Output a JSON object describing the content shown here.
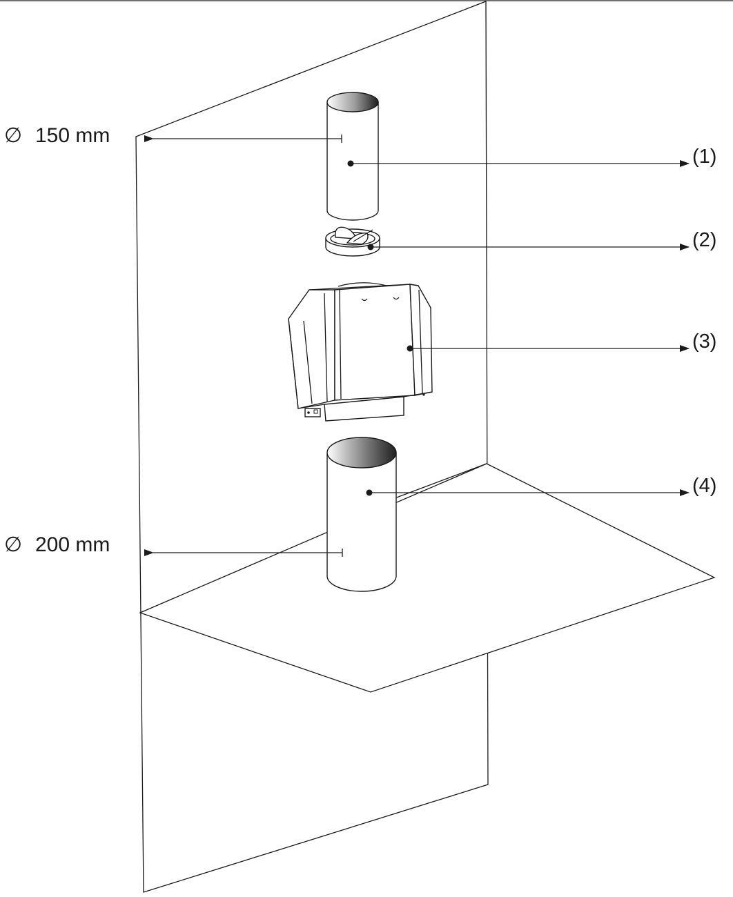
{
  "diagram": {
    "dimensions": [
      {
        "id": "upper",
        "symbol": "∅",
        "text": "150 mm"
      },
      {
        "id": "lower",
        "symbol": "∅",
        "text": "200 mm"
      }
    ],
    "callouts": [
      {
        "id": "chimney-upper",
        "label": "(1)"
      },
      {
        "id": "backflow-valve",
        "label": "(2)"
      },
      {
        "id": "motor-housing",
        "label": "(3)"
      },
      {
        "id": "chimney-lower",
        "label": "(4)"
      }
    ],
    "colors": {
      "ink": "#1a1a1a",
      "paper": "#ffffff",
      "pipe-shade": "#3a3a3a"
    }
  }
}
